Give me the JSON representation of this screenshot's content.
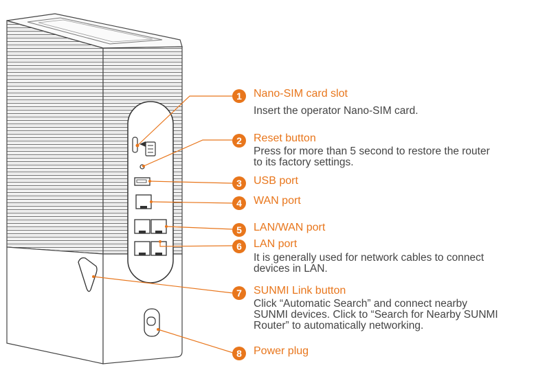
{
  "accent_color": "#e8761c",
  "callouts": [
    {
      "number": "1",
      "title": "Nano-SIM card slot",
      "description": [
        "Insert the operator Nano-SIM card."
      ]
    },
    {
      "number": "2",
      "title": "Reset button",
      "description": [
        "Press for more than 5 second to restore the router",
        "to its factory settings."
      ]
    },
    {
      "number": "3",
      "title": "USB port",
      "description": []
    },
    {
      "number": "4",
      "title": "WAN port",
      "description": []
    },
    {
      "number": "5",
      "title": "LAN/WAN port",
      "description": []
    },
    {
      "number": "6",
      "title": "LAN port",
      "description": [
        "It is generally used for network cables to connect",
        "devices in LAN."
      ]
    },
    {
      "number": "7",
      "title": "SUNMI Link button",
      "description": [
        "Click “Automatic Search” and connect nearby",
        "SUNMI devices. Click to “Search for Nearby SUNMI",
        "Router” to automatically networking."
      ]
    },
    {
      "number": "8",
      "title": "Power plug",
      "description": []
    }
  ]
}
